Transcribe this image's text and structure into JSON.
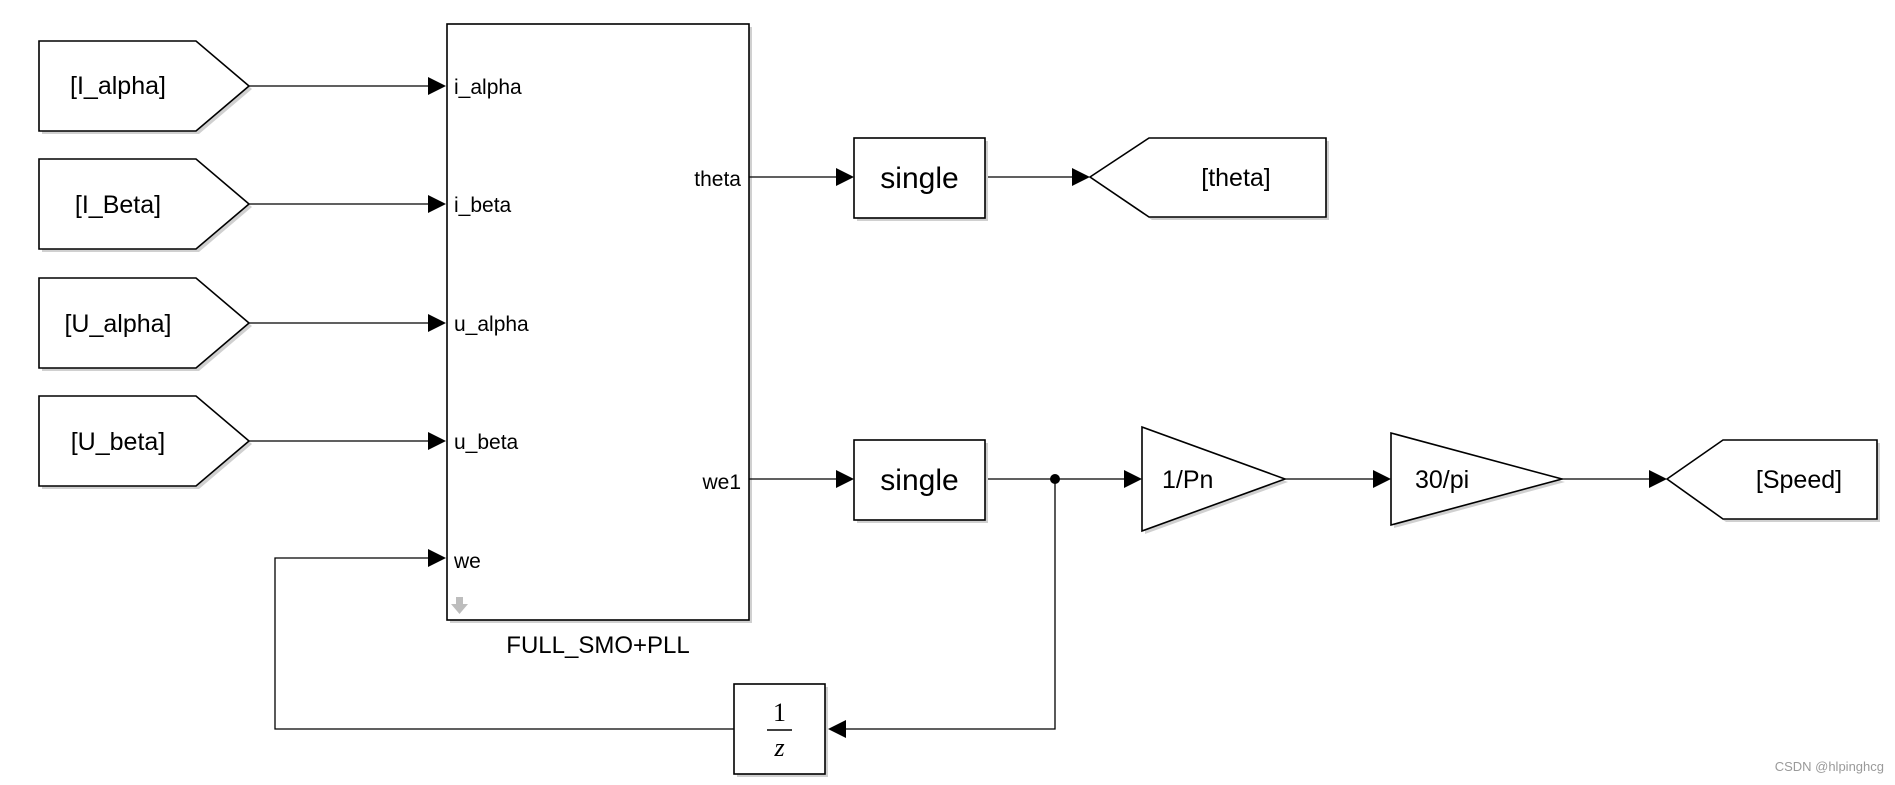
{
  "goto_from_inputs": [
    "[I_alpha]",
    "[I_Beta]",
    "[U_alpha]",
    "[U_beta]"
  ],
  "subsystem": {
    "name": "FULL_SMO+PLL",
    "inputs": [
      "i_alpha",
      "i_beta",
      "u_alpha",
      "u_beta",
      "we"
    ],
    "outputs": [
      "theta",
      "we1"
    ]
  },
  "conversion_blocks": [
    "single",
    "single"
  ],
  "gain_blocks": [
    "1/Pn",
    "30/pi"
  ],
  "goto_outputs": [
    "[theta]",
    "[Speed]"
  ],
  "unit_delay": {
    "numerator": "1",
    "denominator": "z"
  },
  "watermark": "CSDN @hlpinghcg"
}
